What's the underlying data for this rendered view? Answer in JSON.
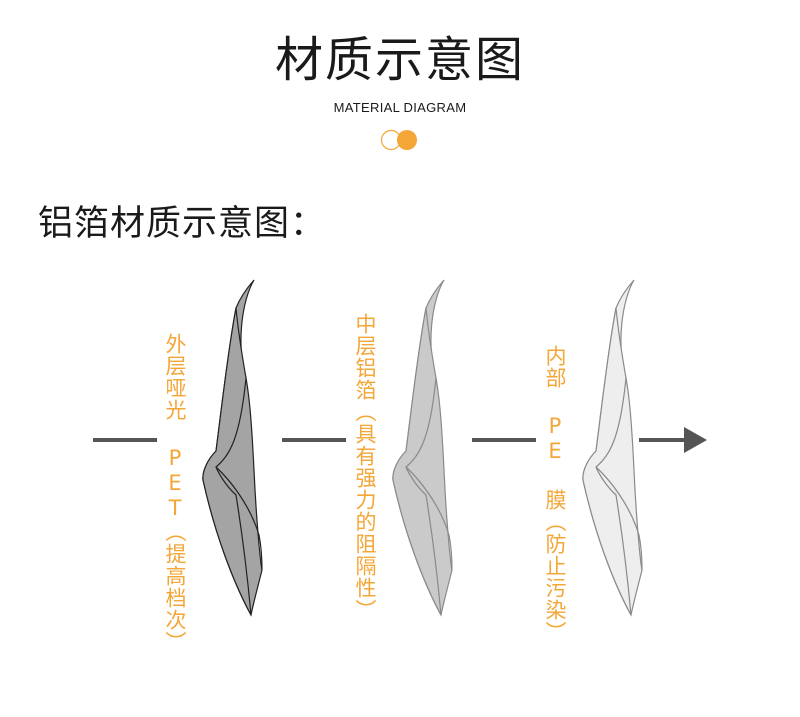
{
  "header": {
    "title": "材质示意图",
    "subtitle": "MATERIAL DIAGRAM"
  },
  "section": {
    "title": "铝箔材质示意图："
  },
  "layers": [
    {
      "label": "外层哑光 PET（提高档次）",
      "fill": "#a4a4a4"
    },
    {
      "label": "中层铝箔（具有强力的阻隔性）",
      "fill": "#cacaca"
    },
    {
      "label": "内部 PE 膜（防止污染）",
      "fill": "#eeeeee"
    }
  ],
  "colors": {
    "accent": "#f4a637",
    "text": "#1a1a1a",
    "line": "#555555"
  },
  "icons": [
    "dots-icon",
    "arrow-right-icon"
  ]
}
